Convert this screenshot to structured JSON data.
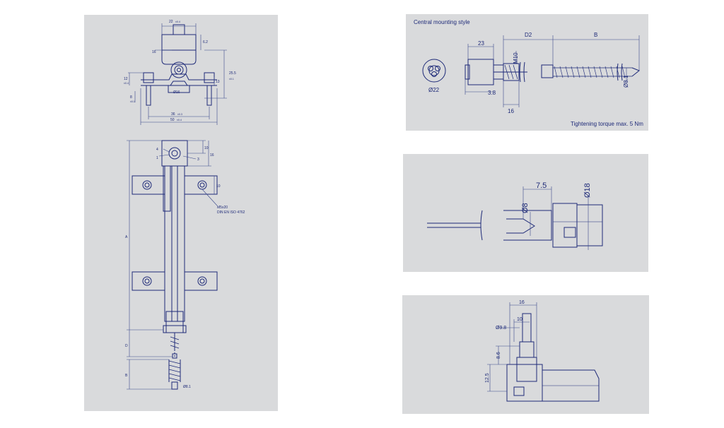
{
  "colors": {
    "background": "#ffffff",
    "panel": "#d9dadc",
    "ink": "#1e2a78",
    "dim": "#3b4a8c"
  },
  "panel_main": {
    "top_view": {
      "w22": "22",
      "w22_tol": "±0.4",
      "h6": "6.2",
      "w16": "16",
      "h25": "25.5",
      "h25_tol": "±0.1",
      "h12": "12",
      "h12_tol": "±0.4",
      "h8": "8",
      "h8_tol": "±0.1",
      "h13": "13",
      "dia16": "Ø16",
      "w36": "36",
      "w36_tol": "±0.3",
      "w50": "50",
      "w50_tol": "±0.4"
    },
    "side_view": {
      "pin4": "4",
      "pin1": "1",
      "pin3": "3",
      "d10": "10",
      "d16": "16",
      "d10b": "10",
      "screw_line1": "M5x20",
      "screw_line2": "DIN EN ISO 4762",
      "dimA": "A",
      "dimD": "D",
      "dimB": "B",
      "dia81": "Ø8.1"
    }
  },
  "panel_central": {
    "caption": "Central mounting style",
    "dia22": "Ø22",
    "d23": "23",
    "m10": "M10",
    "d38": "3.8",
    "d16": "16",
    "dimD2": "D2",
    "dimB": "B",
    "dia81": "Ø8.1",
    "torque_note": "Tightening torque max. 5 Nm"
  },
  "panel_cable": {
    "d75": "7.5",
    "dia18": "Ø18",
    "dia8": "Ø8"
  },
  "panel_connector": {
    "d16": "16",
    "d10": "10",
    "dia98": "Ø9.8",
    "d86": "8.6",
    "d125": "12.5"
  }
}
